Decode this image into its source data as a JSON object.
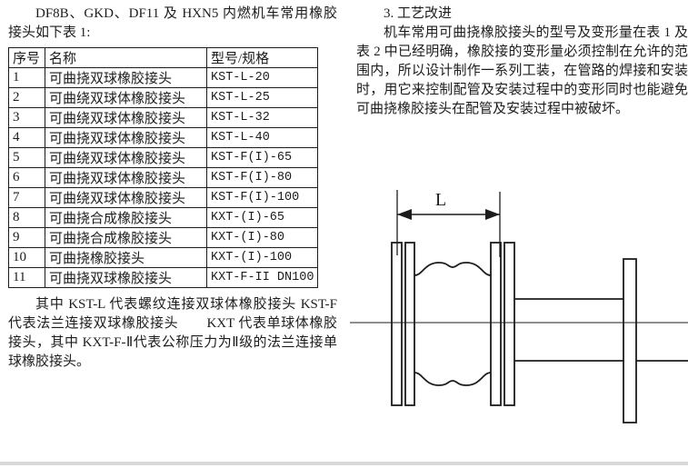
{
  "left": {
    "intro": "DF8B、GKD、DF11 及 HXN5 内燃机车常用橡胶接头如下表 1:",
    "table": {
      "headers": [
        "序号",
        "名称",
        "型号/规格"
      ],
      "rows": [
        [
          "1",
          "可曲挠双球橡胶接头",
          "KST-L-20"
        ],
        [
          "2",
          "可曲绕双球体橡胶接头",
          "KST-L-25"
        ],
        [
          "3",
          "可曲绕双球体橡胶接头",
          "KST-L-32"
        ],
        [
          "4",
          "可曲挠双球体橡胶接头",
          "KST-L-40"
        ],
        [
          "5",
          "可曲绕双球体橡胶接头",
          "KST-F(I)-65"
        ],
        [
          "6",
          "可曲挠双球体橡胶接头",
          "KST-F(I)-80"
        ],
        [
          "7",
          "可曲绕双球体橡胶接头",
          "KST-F(I)-100"
        ],
        [
          "8",
          "可曲挠合成橡胶接头",
          "KXT-(I)-65"
        ],
        [
          "9",
          "可曲挠合成橡胶接头",
          "KXT-(I)-80"
        ],
        [
          "10",
          "可曲挠橡胶接头",
          "KXT-(I)-100"
        ],
        [
          "11",
          "可曲挠双球橡胶接头",
          "KXT-F-II DN100"
        ]
      ]
    },
    "note": "其中 KST-L 代表螺纹连接双球体橡胶接头 KST-F 代表法兰连接双球橡胶接头　　KXT 代表单球体橡胶接头，其中 KXT-F-Ⅱ代表公称压力为Ⅱ级的法兰连接单球橡胶接头。"
  },
  "right": {
    "heading": "3. 工艺改进",
    "body": "机车常用可曲挠橡胶接头的型号及变形量在表 1 及表 2 中已经明确，橡胶接的变形量必须控制在允许的范围内，所以设计制作一系列工装，在管路的焊接和安装时，用它来控制配管及安装过程中的变形同时也能避免可曲挠橡胶接头在配管及安装过程中被破坏。",
    "figure": {
      "dimension_label": "L"
    }
  },
  "colors": {
    "ink": "#1c1c1c",
    "paper": "#ffffff"
  }
}
